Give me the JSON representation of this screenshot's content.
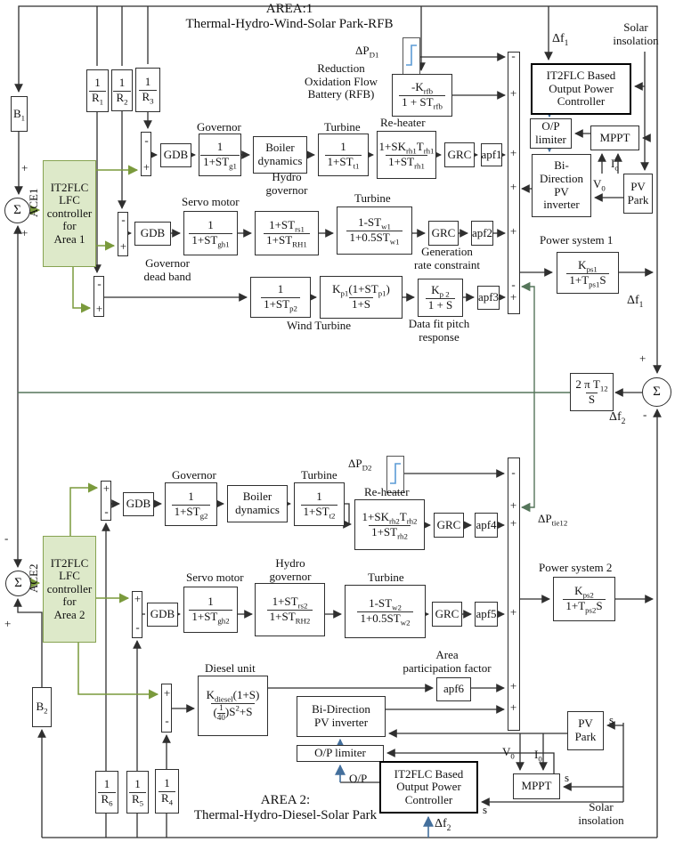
{
  "titles": {
    "area1_line1": "AREA:1",
    "area1_line2": "Thermal-Hydro-Wind-Solar Park-RFB",
    "area2_line1": "AREA 2:",
    "area2_line2": "Thermal-Hydro-Diesel-Solar Park"
  },
  "controllers": {
    "lfc1": [
      "IT2FLC",
      "LFC",
      "controller",
      "for",
      "Area 1"
    ],
    "lfc2": [
      "IT2FLC",
      "LFC",
      "controller",
      "for",
      "Area 2"
    ],
    "opc": [
      "IT2FLC Based",
      "Output Power",
      "Controller"
    ]
  },
  "blocks": {
    "b1": "B_{1}",
    "b2": "B_{2}",
    "r1": {
      "num": "1",
      "den": "R_{1}"
    },
    "r2": {
      "num": "1",
      "den": "R_{2}"
    },
    "r3": {
      "num": "1",
      "den": "R_{3}"
    },
    "r4": {
      "num": "1",
      "den": "R_{4}"
    },
    "r5": {
      "num": "1",
      "den": "R_{5}"
    },
    "r6": {
      "num": "1",
      "den": "R_{6}"
    },
    "gdb": "GDB",
    "grc": "GRC",
    "apf": [
      "apf1",
      "apf2",
      "apf3",
      "apf4",
      "apf5",
      "apf6"
    ],
    "gov1": {
      "caption": "Governor",
      "num": "1",
      "den": "1+ST_{g1}"
    },
    "gov2": {
      "caption": "Governor",
      "num": "1",
      "den": "1+ST_{g2}"
    },
    "boiler": [
      "Boiler",
      "dynamics"
    ],
    "turb1": {
      "caption": "Turbine",
      "num": "1",
      "den": "1+ST_{t1}"
    },
    "turb2": {
      "caption": "Turbine",
      "num": "1",
      "den": "1+ST_{t2}"
    },
    "reheat1": {
      "caption": "Re-heater",
      "num": "1+SK_{rh1}T_{rh1}",
      "den": "1+ST_{rh1}"
    },
    "reheat2": {
      "caption": "Re-heater",
      "num": "1+SK_{rh2}T_{rh2}",
      "den": "1+ST_{rh2}"
    },
    "servo1": {
      "caption": "Servo motor",
      "num": "1",
      "den": "1+ST_{gh1}"
    },
    "servo2": {
      "caption": "Servo motor",
      "num": "1",
      "den": "1+ST_{gh2}"
    },
    "hydrogov1": {
      "cap1": "Hydro",
      "cap2": "governor",
      "num": "1+ST_{rs1}",
      "den": "1+ST_{RH1}"
    },
    "hydrogov2": {
      "cap1": "Hydro",
      "cap2": "governor",
      "num": "1+ST_{rs2}",
      "den": "1+ST_{RH2}"
    },
    "hydroturb1": {
      "caption": "Turbine",
      "num": "1-ST_{w1}",
      "den": "1+0.5ST_{w1}"
    },
    "hydroturb2": {
      "caption": "Turbine",
      "num": "1-ST_{w2}",
      "den": "1+0.5ST_{w2}"
    },
    "wind_lp": {
      "num": "1",
      "den": "1+ST_{p2}"
    },
    "wind_kp1": {
      "num": "K_{p1}(1+ST_{p1})",
      "den": "1+S"
    },
    "wind_kp2": {
      "num": "K_{p 2}",
      "den": "1 + S"
    },
    "rfb": {
      "num": "-K_{rfb}",
      "den": "1 + ST_{rfb}"
    },
    "ps1": {
      "caption": "Power system 1",
      "num": "K_{ps1}",
      "den": "1+T_{ps1}S"
    },
    "ps2": {
      "caption": "Power system 2",
      "num": "K_{ps2}",
      "den": "1+T_{ps2}S"
    },
    "tie": {
      "num": "2 π T_{12}",
      "den": "S"
    },
    "diesel": {
      "caption": "Diesel unit",
      "num": "K_{diesel}(1+S)",
      "den_open": "(",
      "den_num": "1",
      "den_den": "40",
      "den_rest": ")S^{2}+S"
    },
    "oplimiter1": [
      "O/P",
      "limiter"
    ],
    "oplimiter2": "O/P limiter",
    "mppt": "MPPT",
    "pvpark": [
      "PV",
      "Park"
    ],
    "inverter1": [
      "Bi-",
      "Direction",
      "PV",
      "inverter"
    ],
    "inverter2": [
      "Bi-Direction",
      "PV inverter"
    ]
  },
  "captions": {
    "gdb": [
      "Governor",
      "dead band"
    ],
    "grc": [
      "Generation",
      "rate constraint"
    ],
    "wind": "Wind Turbine",
    "datafit": [
      "Data fit pitch",
      "response"
    ],
    "apf": [
      "Area",
      "participation factor"
    ],
    "rfb": [
      "Reduction",
      "Oxidation Flow",
      "Battery (RFB)"
    ]
  },
  "signals": {
    "ace1": "ACE1",
    "ace2": "ACE2",
    "dpd1": "ΔP_{D1}",
    "dpd2": "ΔP_{D2}",
    "df1": "Δf_{1}",
    "df2": "Δf_{2}",
    "dptie": "ΔP_{tie12}",
    "solar": [
      "Solar",
      "insolation"
    ],
    "op": "O/P",
    "s": "s",
    "v0": "V_{0}",
    "io1": "I_{o}",
    "i0": "I_{0}",
    "sigma": "Σ",
    "plus": "+",
    "minus": "-"
  }
}
